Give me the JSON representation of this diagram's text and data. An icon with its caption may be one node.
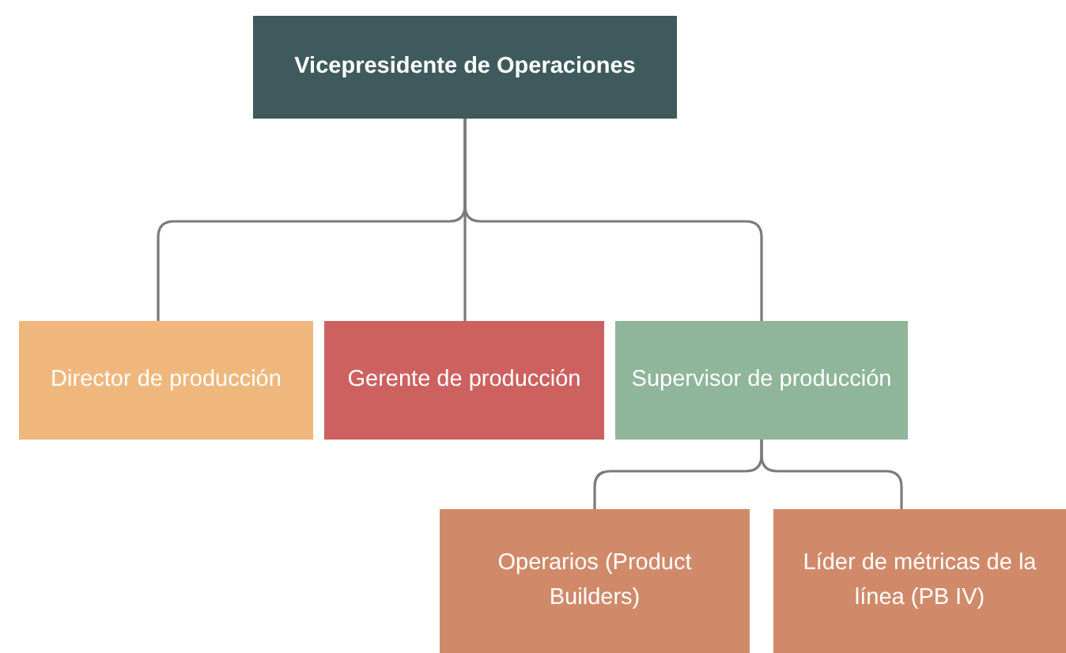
{
  "diagram": {
    "nodes": [
      {
        "text": [
          "Vicepresidente de Operaciones"
        ]
      },
      {
        "text": [
          "Director de producción"
        ]
      },
      {
        "text": [
          "Gerente de producción"
        ]
      },
      {
        "text": [
          "Supervisor de producción"
        ]
      },
      {
        "text": [
          "Operarios (Product Builders)"
        ]
      },
      {
        "text": [
          "Líder de métricas de la línea (PB IV)"
        ]
      }
    ],
    "edges": [
      {
        "from": 0,
        "to": 1,
        "arrow": "none"
      },
      {
        "from": 0,
        "to": 2,
        "arrow": "none"
      },
      {
        "from": 0,
        "to": 3,
        "arrow": "none"
      },
      {
        "from": 3,
        "to": 4,
        "arrow": "none"
      },
      {
        "from": 3,
        "to": 5,
        "arrow": "none"
      }
    ]
  }
}
